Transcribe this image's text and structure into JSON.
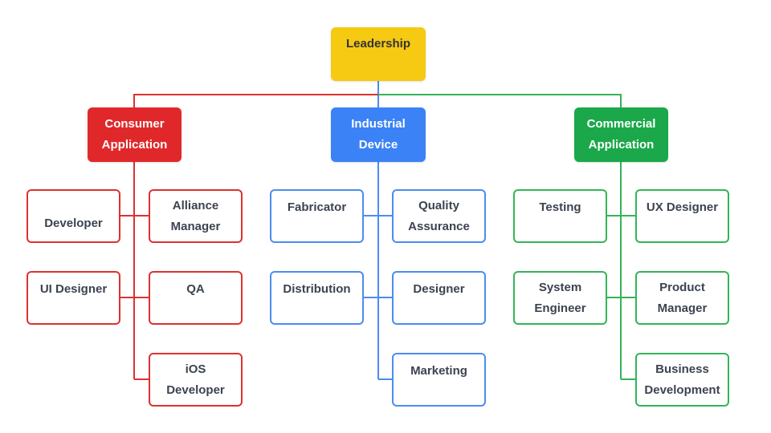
{
  "colors": {
    "root": "#f6c913",
    "consumer": "#e0282a",
    "industrial": "#3b82f6",
    "commercial": "#1ba84a"
  },
  "root": {
    "label": "Leadership"
  },
  "departments": [
    {
      "label": "Consumer\nApplication",
      "members": [
        "Developer",
        "Alliance\nManager",
        "UI Designer",
        "QA",
        "iOS\nDeveloper"
      ]
    },
    {
      "label": "Industrial\nDevice",
      "members": [
        "Fabricator",
        "Quality\nAssurance",
        "Distribution",
        "Designer",
        "Marketing"
      ]
    },
    {
      "label": "Commercial\nApplication",
      "members": [
        "Testing",
        "UX Designer",
        "System\nEngineer",
        "Product\nManager",
        "Business\nDevelopment"
      ]
    }
  ]
}
